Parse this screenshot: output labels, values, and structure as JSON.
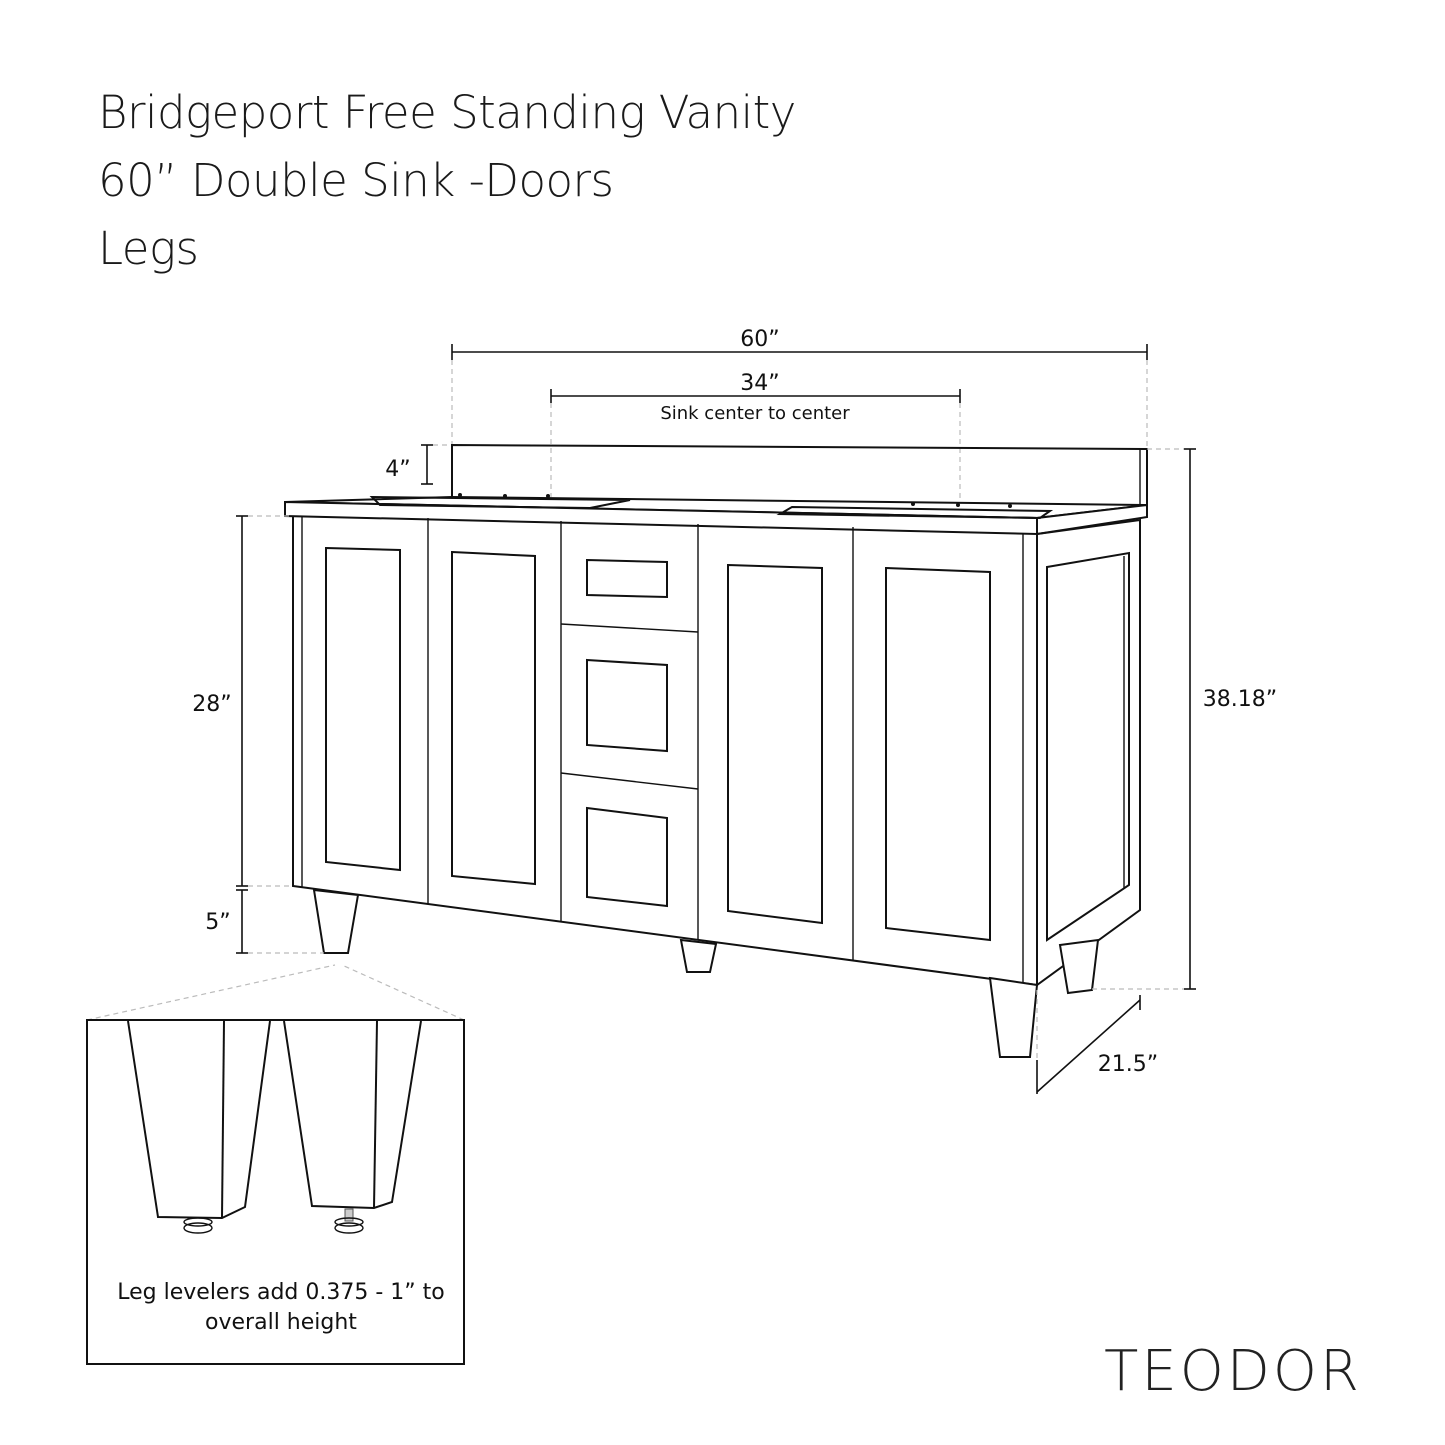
{
  "title": {
    "line1": "Bridgeport Free Standing Vanity",
    "line2": "60” Double Sink -Doors",
    "line3": "Legs"
  },
  "dimensions": {
    "width": "60”",
    "sink_spacing": "34”",
    "sink_spacing_note": "Sink center to center",
    "backsplash": "4”",
    "cabinet_height": "28”",
    "leg_height": "5”",
    "overall_height": "38.18”",
    "depth": "21.5”"
  },
  "inset": {
    "note_line1": "Leg levelers add 0.375 - 1” to",
    "note_line2": "overall height"
  },
  "brand": "TEODOR"
}
